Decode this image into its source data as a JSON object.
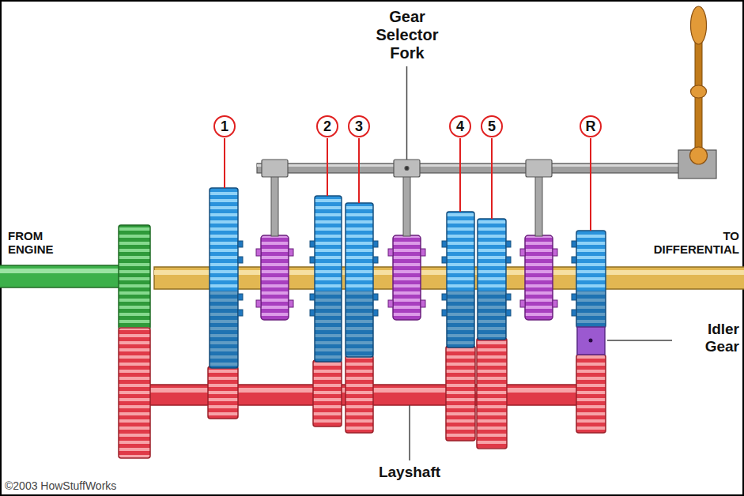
{
  "diagram": {
    "nodes": [
      {
        "text": [
          "1"
        ]
      },
      {
        "text": [
          "2"
        ]
      },
      {
        "text": [
          "3"
        ]
      },
      {
        "text": [
          "4"
        ]
      },
      {
        "text": [
          "5"
        ]
      },
      {
        "text": [
          "R"
        ]
      }
    ],
    "labels": [
      "Gear Selector Fork",
      "FROM ENGINE",
      "TO DIFFERENTIAL",
      "Idler Gear",
      "Layshaft",
      "©2003 HowStuffWorks"
    ]
  }
}
